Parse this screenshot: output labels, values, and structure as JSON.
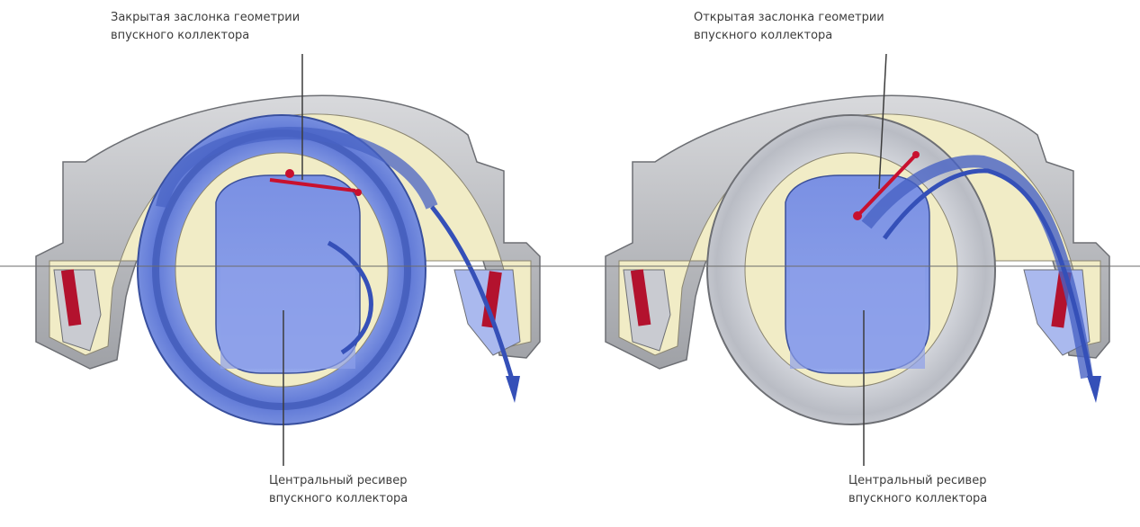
{
  "panels": [
    {
      "state": "closed",
      "flap_label": [
        "Закрытая заслонка геометрии",
        "впускного коллектора"
      ],
      "receiver_label": [
        "Центральный ресивер",
        "впускного коллектора"
      ],
      "colors": {
        "runner": "#6f86db",
        "flap": "#c8102e",
        "body": "#f1ecc6"
      }
    },
    {
      "state": "open",
      "flap_label": [
        "Открытая заслонка геометрии",
        "впускного коллектора"
      ],
      "receiver_label": [
        "Центральный ресивер",
        "впускного коллектора"
      ],
      "colors": {
        "runner": "#c9cdd8",
        "flap": "#c8102e",
        "body": "#f1ecc6"
      }
    }
  ]
}
